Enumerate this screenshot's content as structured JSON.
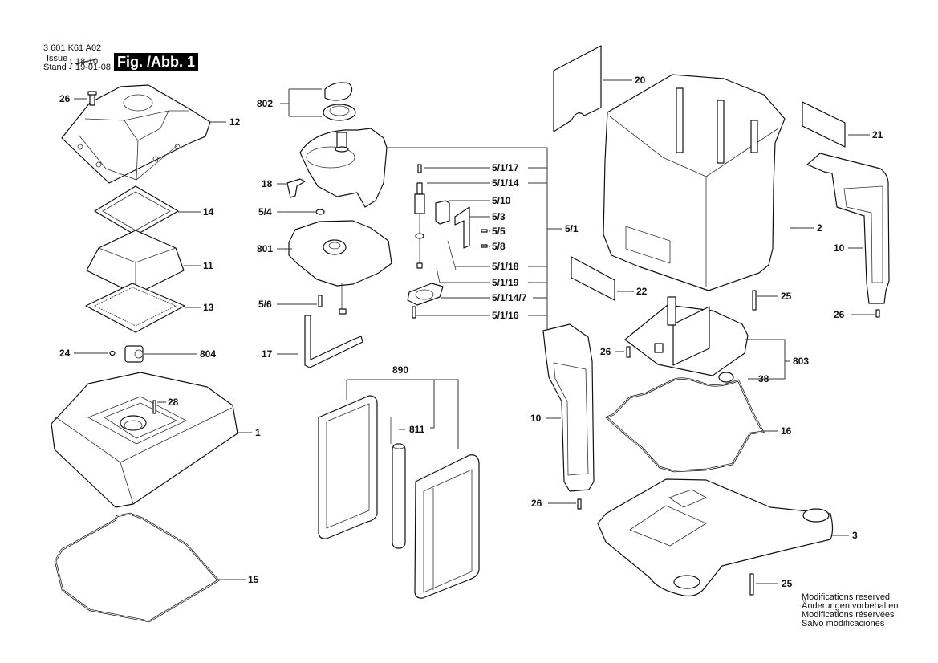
{
  "header": {
    "part_number": "3 601 K61 A02",
    "issue_label": "Issue",
    "stand_label": "Stand",
    "old_date": "18-10",
    "date": "19-01-08",
    "figure_label": "Fig. /Abb. 1"
  },
  "callouts": {
    "p26_top": "26",
    "p12": "12",
    "p14": "14",
    "p11": "11",
    "p13": "13",
    "p24": "24",
    "p804": "804",
    "p28": "28",
    "p1": "1",
    "p15": "15",
    "p802": "802",
    "p18": "18",
    "p5_4": "5/4",
    "p801": "801",
    "p5_6": "5/6",
    "p17": "17",
    "p5_1_17": "5/1/17",
    "p5_1_14": "5/1/14",
    "p5_10": "5/10",
    "p5_3": "5/3",
    "p5_5": "5/5",
    "p5_8": "5/8",
    "p5_1": "5/1",
    "p5_1_18": "5/1/18",
    "p5_1_19": "5/1/19",
    "p5_1_14_7": "5/1/14/7",
    "p5_1_16": "5/1/16",
    "p890": "890",
    "p811": "811",
    "p20": "20",
    "p2": "2",
    "p22": "22",
    "p25_mid": "25",
    "p21": "21",
    "p10_right": "10",
    "p26_right": "26",
    "p26_pcb": "26",
    "p803": "803",
    "p38": "38",
    "p16": "16",
    "p10_mid": "10",
    "p26_bottom": "26",
    "p3": "3",
    "p25_bottom": "25"
  },
  "notes": {
    "line1": "Modifications reserved",
    "line2": "Änderungen vorbehalten",
    "line3": "Modifications réservées",
    "line4": "Salvo modificaciones"
  }
}
